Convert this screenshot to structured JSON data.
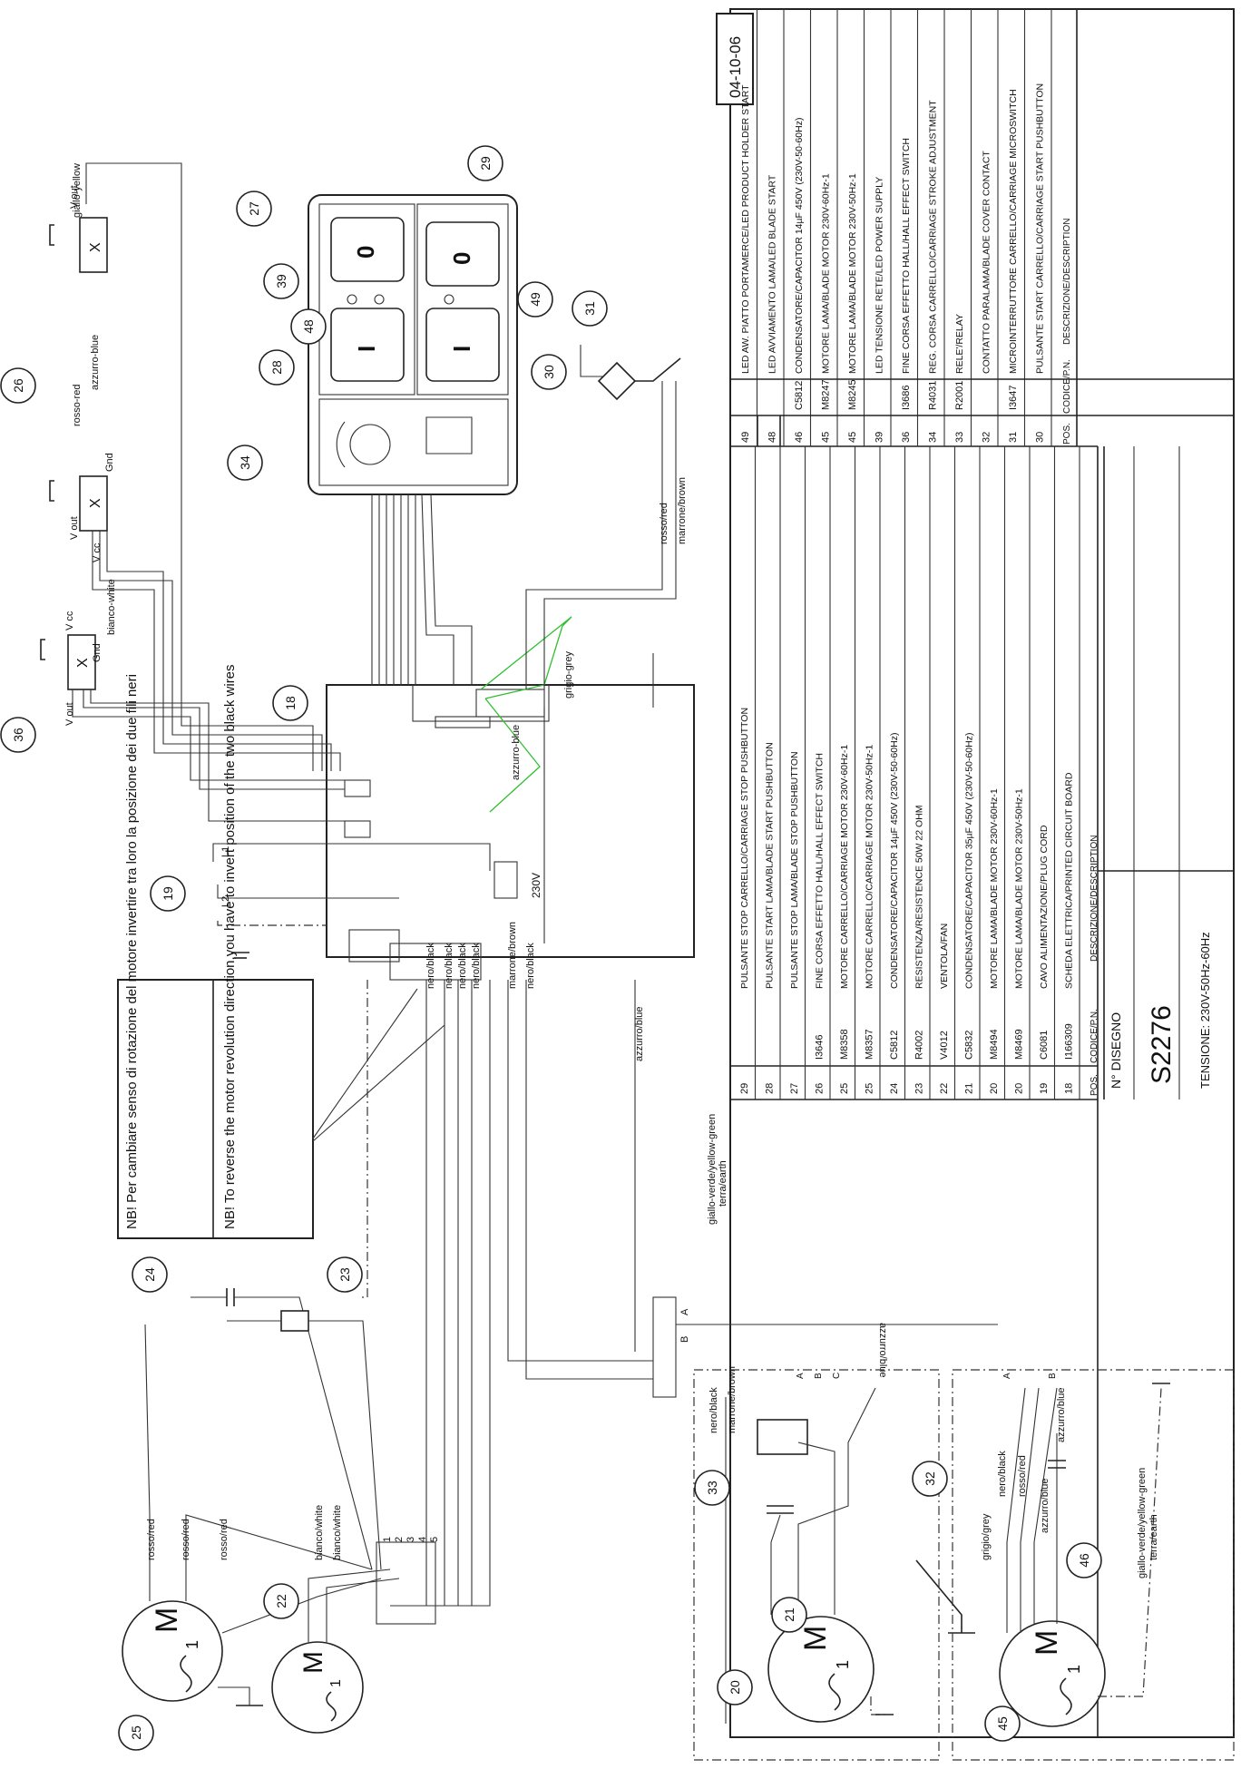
{
  "date": "04-10-06",
  "upper_table": {
    "header": {
      "pos": "POS.",
      "code": "CODICE/P.N.",
      "desc": "DESCRIZIONE/DESCRIPTION"
    },
    "rows": [
      {
        "pos": "49",
        "code": "",
        "desc": "LED AW. PIATTO PORTAMERCE/LED PRODUCT HOLDER START"
      },
      {
        "pos": "48",
        "code": "",
        "desc": "LED AVVIAMENTO LAMA/LED BLADE START"
      },
      {
        "pos": "46",
        "code": "C5812",
        "desc": "CONDENSATORE/CAPACITOR 14µF 450V (230V-50-60Hz)"
      },
      {
        "pos": "45",
        "code": "M8247",
        "desc": "MOTORE LAMA/BLADE MOTOR 230V-60Hz-1"
      },
      {
        "pos": "45",
        "code": "M8245",
        "desc": "MOTORE LAMA/BLADE MOTOR 230V-50Hz-1"
      },
      {
        "pos": "39",
        "code": "",
        "desc": "LED TENSIONE RETE/LED POWER SUPPLY"
      },
      {
        "pos": "36",
        "code": "I3686",
        "desc": "FINE CORSA EFFETTO HALL/HALL EFFECT SWITCH"
      },
      {
        "pos": "34",
        "code": "R4031",
        "desc": "REG. CORSA CARRELLO/CARRIAGE STROKE ADJUSTMENT"
      },
      {
        "pos": "33",
        "code": "R2001",
        "desc": "RELE'/RELAY"
      },
      {
        "pos": "32",
        "code": "",
        "desc": "CONTATTO PARALAMA/BLADE COVER CONTACT"
      },
      {
        "pos": "31",
        "code": "I3647",
        "desc": "MICROINTERRUTTORE CARRELLO/CARRIAGE MICROSWITCH"
      },
      {
        "pos": "30",
        "code": "",
        "desc": "PULSANTE START CARRELLO/CARRIAGE START PUSHBUTTON"
      }
    ]
  },
  "lower_table": {
    "header": {
      "pos": "POS.",
      "code": "CODICE/P.N.",
      "desc": "DESCRIZIONE/DESCRIPTION"
    },
    "rows": [
      {
        "pos": "29",
        "code": "",
        "desc": "PULSANTE STOP CARRELLO/CARRIAGE STOP PUSHBUTTON"
      },
      {
        "pos": "28",
        "code": "",
        "desc": "PULSANTE START LAMA/BLADE START PUSHBUTTON"
      },
      {
        "pos": "27",
        "code": "",
        "desc": "PULSANTE STOP LAMA/BLADE STOP PUSHBUTTON"
      },
      {
        "pos": "26",
        "code": "I3646",
        "desc": "FINE CORSA EFFETTO HALL/HALL EFFECT SWITCH"
      },
      {
        "pos": "25",
        "code": "M8358",
        "desc": "MOTORE CARRELLO/CARRIAGE MOTOR 230V-60Hz-1"
      },
      {
        "pos": "25",
        "code": "M8357",
        "desc": "MOTORE CARRELLO/CARRIAGE MOTOR 230V-50Hz-1"
      },
      {
        "pos": "24",
        "code": "C5812",
        "desc": "CONDENSATORE/CAPACITOR 14µF 450V (230V-50-60Hz)"
      },
      {
        "pos": "23",
        "code": "R4002",
        "desc": "RESISTENZA/RESISTENCE 50W 22 OHM"
      },
      {
        "pos": "22",
        "code": "V4012",
        "desc": "VENTOLA/FAN"
      },
      {
        "pos": "21",
        "code": "C5832",
        "desc": "CONDENSATORE/CAPACITOR 35µF 450V (230V-50-60Hz)"
      },
      {
        "pos": "20",
        "code": "M8494",
        "desc": "MOTORE LAMA/BLADE MOTOR 230V-60Hz-1"
      },
      {
        "pos": "20",
        "code": "M8469",
        "desc": "MOTORE LAMA/BLADE MOTOR 230V-50Hz-1"
      },
      {
        "pos": "19",
        "code": "C6081",
        "desc": "CAVO ALIMENTAZIONE/PLUG CORD"
      },
      {
        "pos": "18",
        "code": "I166309",
        "desc": "SCHEDA ELETTRICA/PRINTED CIRCUIT BOARD"
      }
    ]
  },
  "title_block": {
    "drawing_no_label": "N° DISEGNO",
    "drawing_no": "S2276",
    "voltage": "TENSIONE: 230V-50Hz-60Hz"
  },
  "notes": {
    "it": "NB! Per cambiare senso di rotazione del motore invertire tra loro la posizione dei due fili neri",
    "en": "NB! To reverse the motor revolution direction,you have to invert position of the two black wires"
  },
  "callouts": [
    "18",
    "19",
    "20",
    "21",
    "22",
    "23",
    "24",
    "25",
    "26",
    "27",
    "28",
    "29",
    "30",
    "31",
    "32",
    "33",
    "34",
    "36",
    "39",
    "45",
    "46",
    "48",
    "49"
  ],
  "wire_labels": {
    "nero_black": "nero/black",
    "marrone_brown": "marrone/brown",
    "azzurro_blue": "azzurro/blue",
    "rosso_red": "rosso/red",
    "bianco_white": "bianco/white",
    "giallo_yellow": "giallo-yellow",
    "bianco_white_dash": "bianco-white",
    "rosso_red_dash": "rosso-red",
    "azzurro_blue_dash": "azzurro-blue",
    "grigio_grey_dash": "grigio-grey",
    "grigio_grey": "grigio/grey",
    "earth": "giallo-verde/yellow-green",
    "earth2": "terra/earth"
  },
  "misc": {
    "v230": "230V",
    "vout": "V out",
    "vcc": "V cc",
    "gnd": "Gnd",
    "x": "X",
    "zero": "0",
    "one": "I",
    "m": "M",
    "one_phase": "1",
    "l1": "L1",
    "l2": "L2",
    "term1": "1",
    "term2": "2",
    "term3": "3",
    "term4": "4",
    "term5": "5",
    "termA": "A",
    "termB": "B",
    "termC": "C"
  }
}
